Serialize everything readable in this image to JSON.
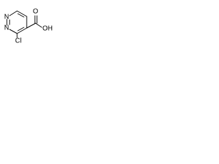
{
  "molecule": {
    "atoms": {
      "n1": "N",
      "n2": "N",
      "cl": "Cl",
      "o_carbonyl": "O",
      "oh": "OH"
    },
    "colors": {
      "ink": "#000000",
      "background": "#ffffff"
    }
  }
}
